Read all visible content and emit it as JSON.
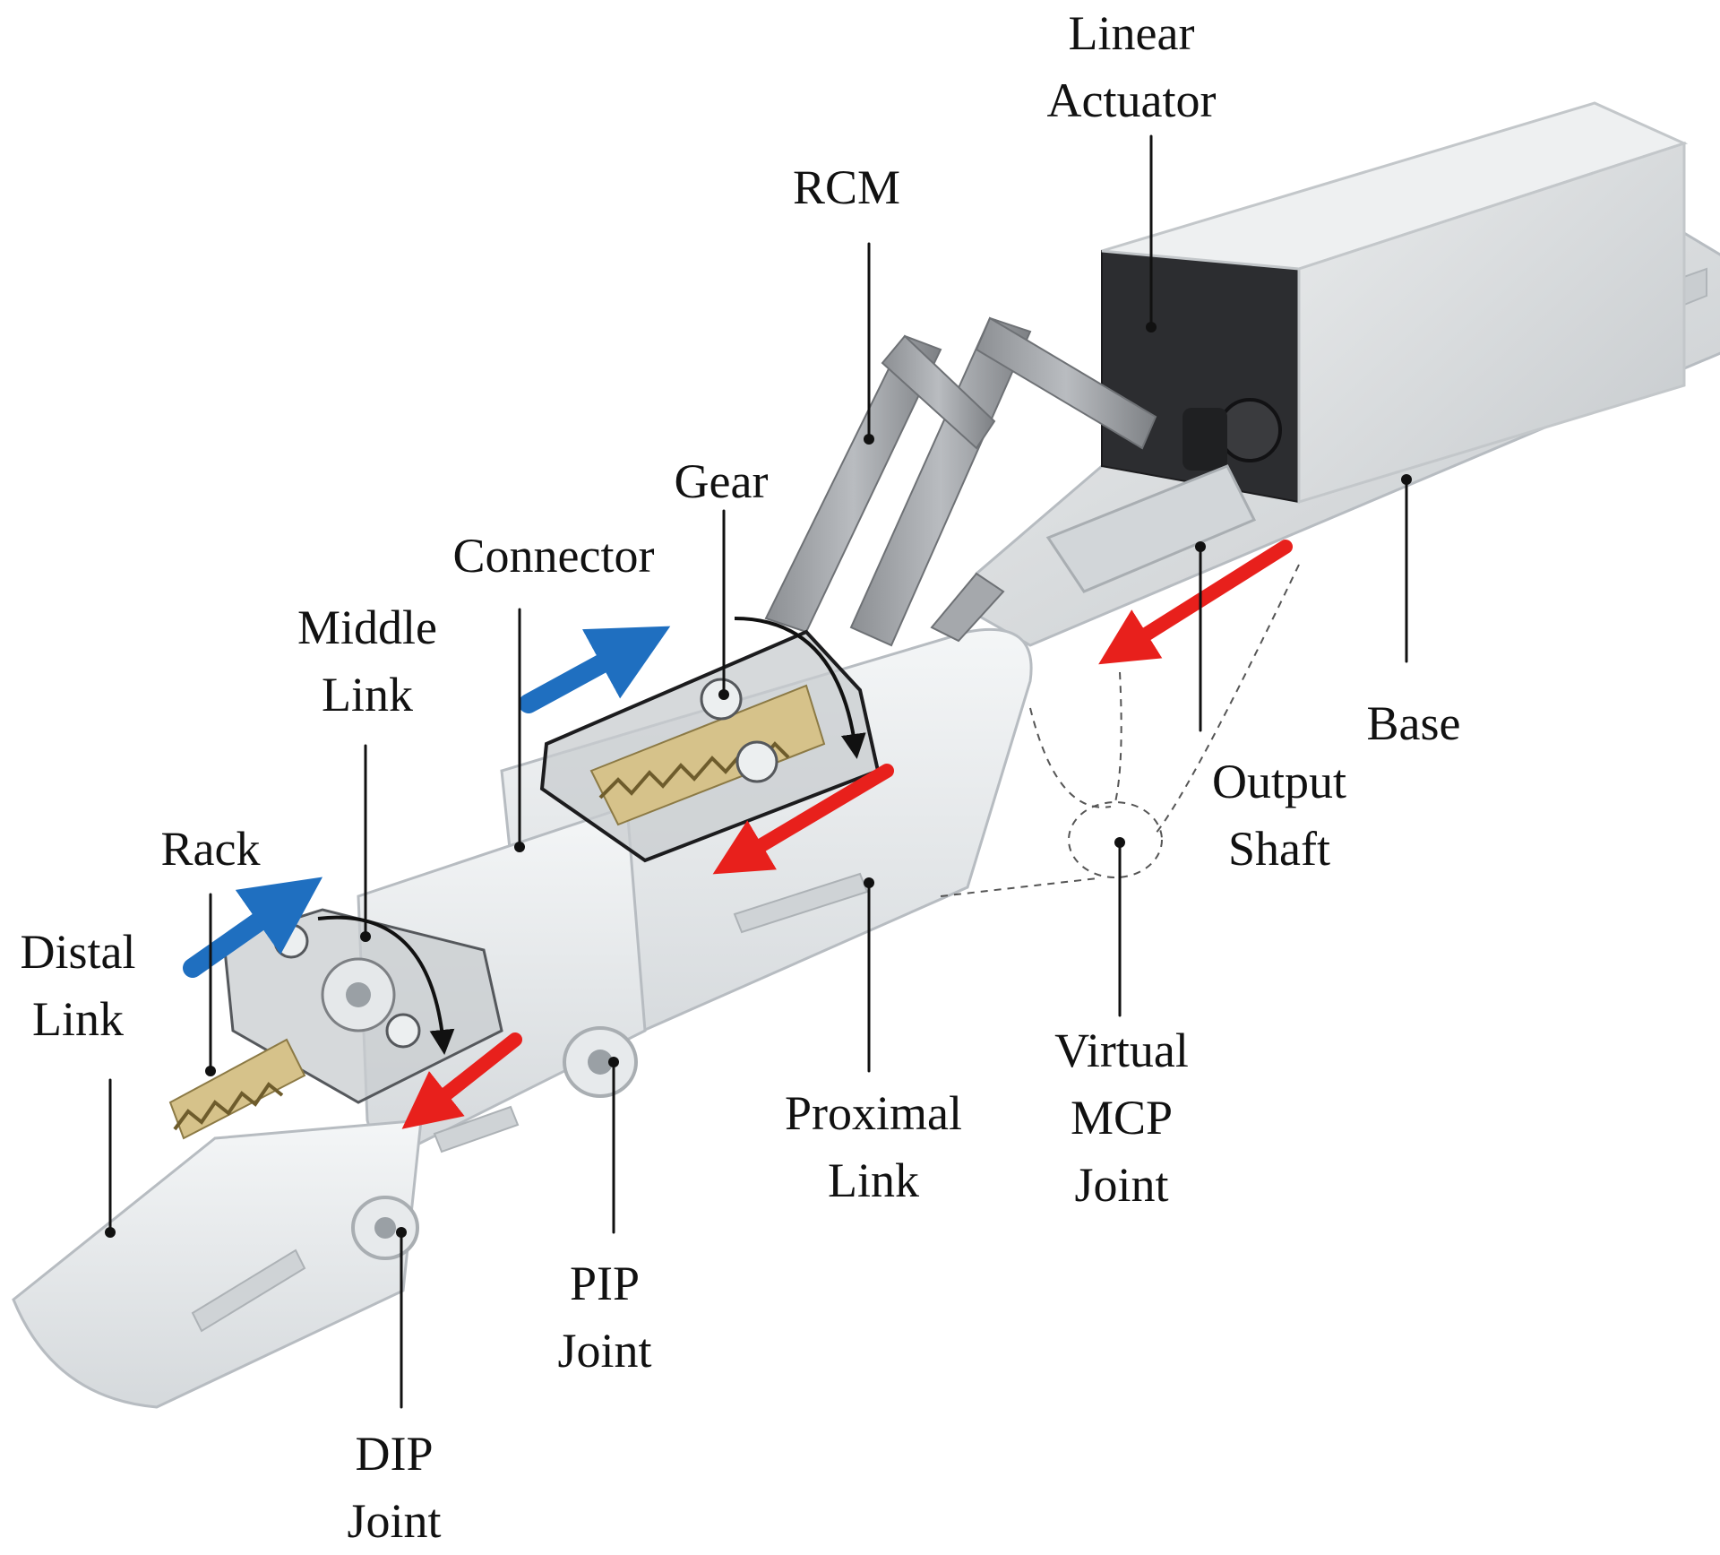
{
  "labels": {
    "linear_actuator": [
      "Linear",
      "Actuator"
    ],
    "rcm": [
      "RCM"
    ],
    "gear": [
      "Gear"
    ],
    "connector": [
      "Connector"
    ],
    "middle_link": [
      "Middle",
      "Link"
    ],
    "rack": [
      "Rack"
    ],
    "distal_link": [
      "Distal",
      "Link"
    ],
    "base": [
      "Base"
    ],
    "output_shaft": [
      "Output",
      "Shaft"
    ],
    "virtual_mcp_joint": [
      "Virtual",
      "MCP",
      "Joint"
    ],
    "proximal_link": [
      "Proximal",
      "Link"
    ],
    "pip_joint": [
      "PIP",
      "Joint"
    ],
    "dip_joint": [
      "DIP",
      "Joint"
    ]
  },
  "colors": {
    "force_arrow": "#e8201c",
    "motion_arrow": "#1f6fc0",
    "rotation_arrow": "#111111",
    "body": "#e6e9ec",
    "body_edge": "#b7bcc1",
    "linkage": "#9a9da1",
    "gear_brass": "#d6c28a",
    "actuator_dark": "#2a2a2c",
    "leader": "#111111"
  }
}
